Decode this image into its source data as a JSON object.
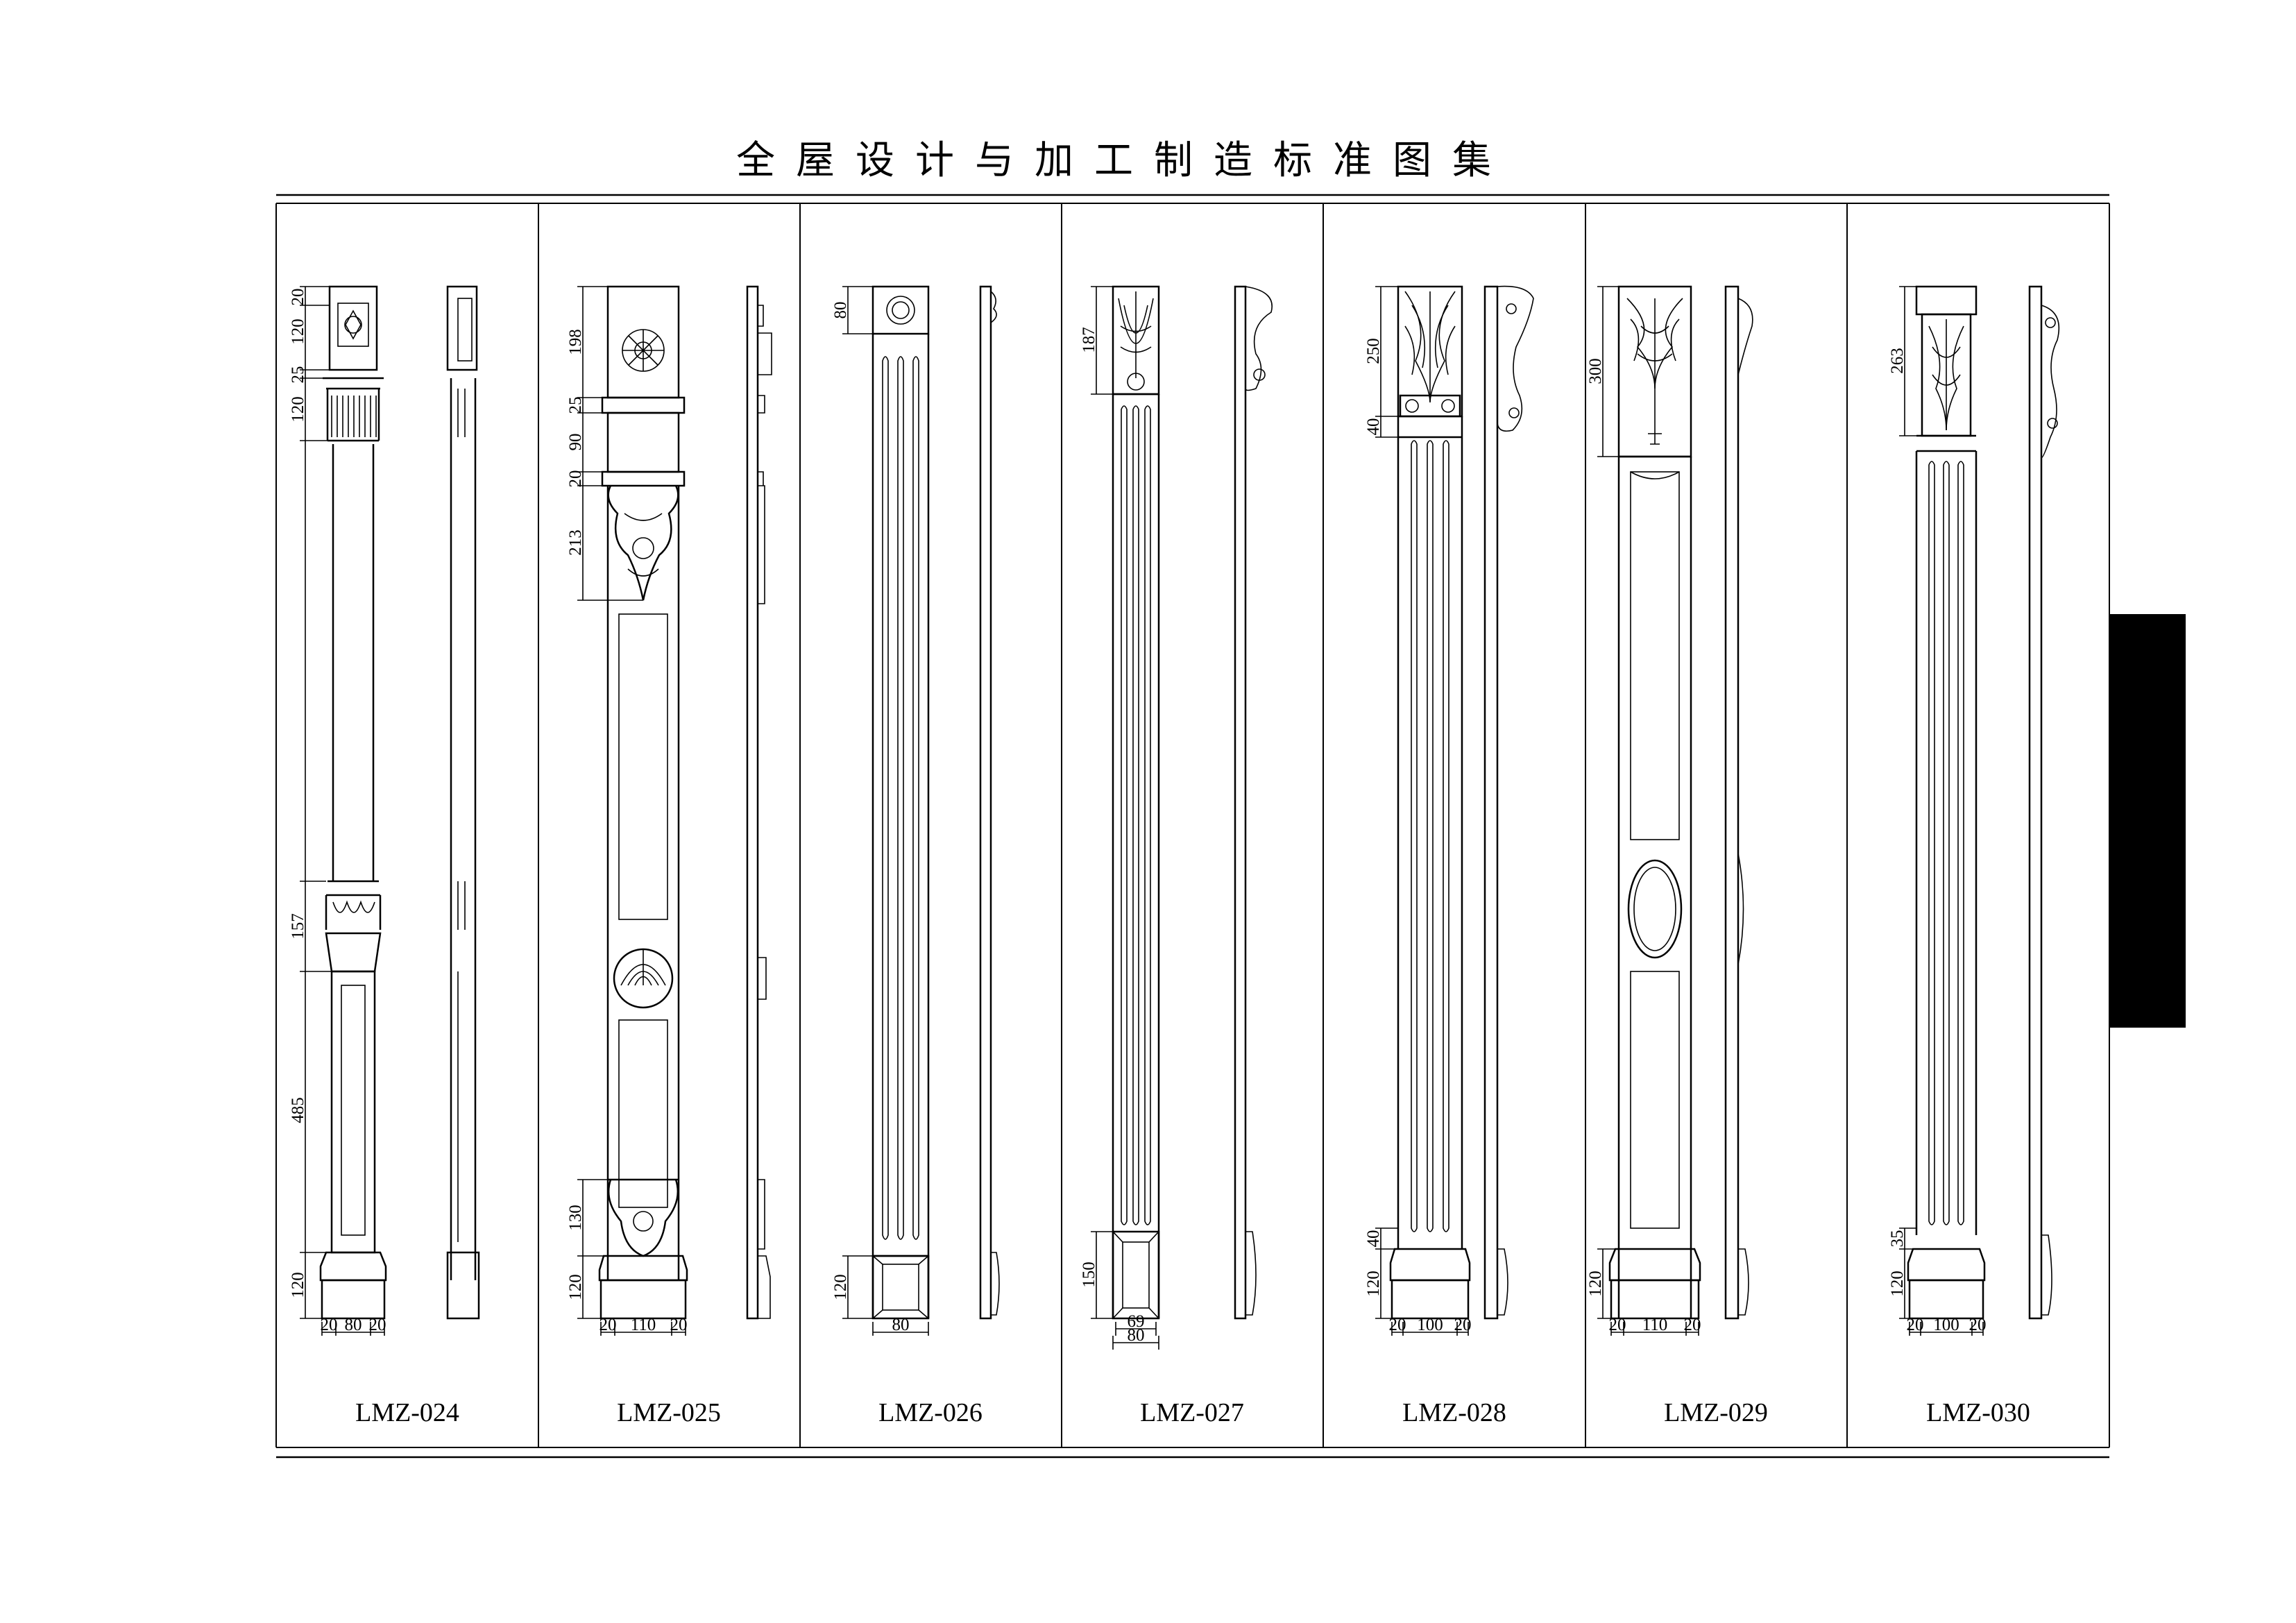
{
  "title": "全屋设计与加工制造标准图集",
  "panels": [
    {
      "code": "LMZ-024",
      "dims_v": [
        "20",
        "120",
        "25",
        "120",
        "157",
        "485",
        "120"
      ],
      "dims_h": [
        "20",
        "80",
        "20"
      ]
    },
    {
      "code": "LMZ-025",
      "dims_v": [
        "198",
        "25",
        "90",
        "20",
        "213",
        "130",
        "120"
      ],
      "dims_h": [
        "20",
        "110",
        "20"
      ]
    },
    {
      "code": "LMZ-026",
      "dims_v": [
        "80",
        "120"
      ],
      "dims_h": [
        "80"
      ]
    },
    {
      "code": "LMZ-027",
      "dims_v": [
        "187",
        "150"
      ],
      "dims_h": [
        "69",
        "80"
      ]
    },
    {
      "code": "LMZ-028",
      "dims_v": [
        "250",
        "40",
        "40",
        "120"
      ],
      "dims_h": [
        "20",
        "100",
        "20"
      ]
    },
    {
      "code": "LMZ-029",
      "dims_v": [
        "300",
        "120"
      ],
      "dims_h": [
        "20",
        "110",
        "20"
      ]
    },
    {
      "code": "LMZ-030",
      "dims_v": [
        "263",
        "35",
        "120"
      ],
      "dims_h": [
        "20",
        "100",
        "20"
      ]
    }
  ]
}
